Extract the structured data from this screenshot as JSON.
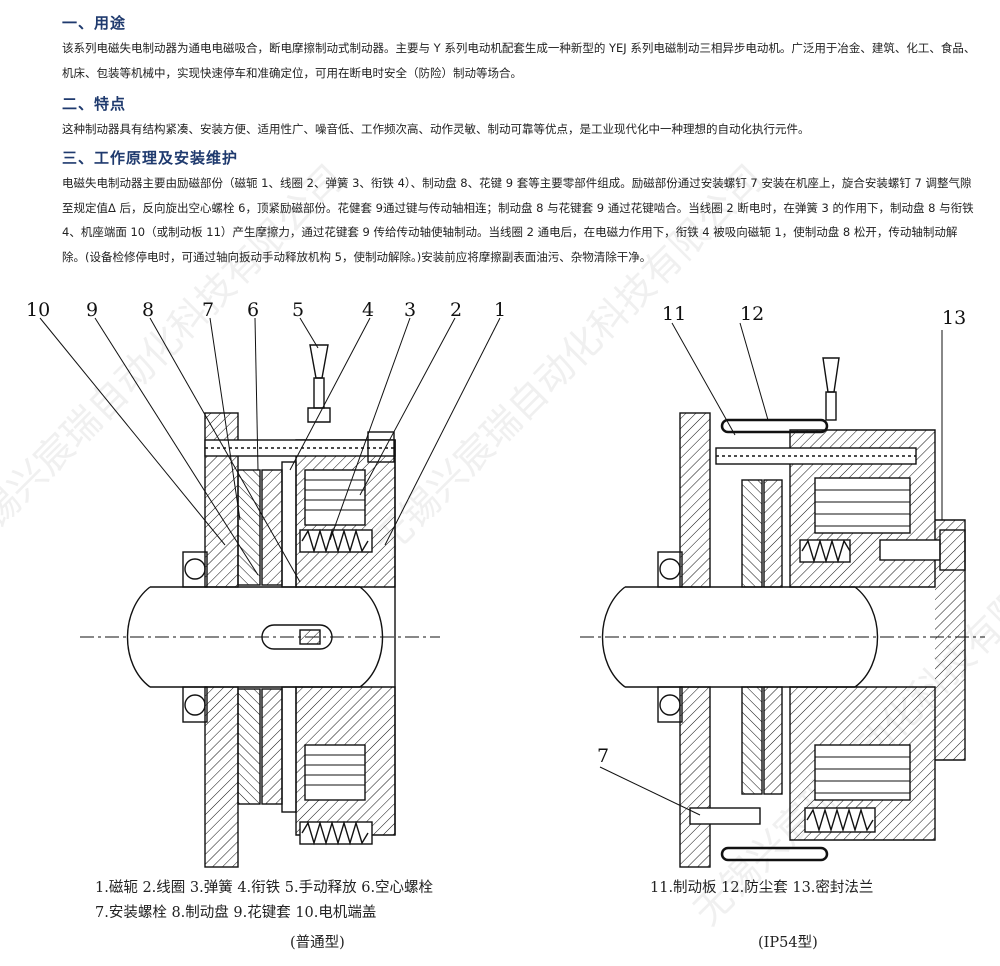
{
  "sections": [
    {
      "heading": "一、用途",
      "body": "该系列电磁失电制动器为通电电磁吸合，断电摩擦制动式制动器。主要与 Y 系列电动机配套生成一种新型的 YEJ 系列电磁制动三相异步电动机。广泛用于冶金、建筑、化工、食品、机床、包装等机械中，实现快速停车和准确定位，可用在断电时安全（防险）制动等场合。"
    },
    {
      "heading": "二、特点",
      "body": "这种制动器具有结构紧凑、安装方便、适用性广、噪音低、工作频次高、动作灵敏、制动可靠等优点，是工业现代化中一种理想的自动化执行元件。"
    },
    {
      "heading": "三、工作原理及安装维护",
      "body": "电磁失电制动器主要由励磁部份（磁轭 1、线圈 2、弹簧 3、衔铁 4）、制动盘 8、花键 9 套等主要零部件组成。励磁部份通过安装螺钉 7 安装在机座上，旋合安装螺钉 7 调整气隙至规定值Δ 后，反向旋出空心螺栓 6，顶紧励磁部份。花健套 9通过键与传动轴相连；制动盘 8 与花键套 9 通过花键啮合。当线圈 2 断电时，在弹簧 3 的作用下，制动盘 8 与衔铁 4、机座端面 10（或制动板 11）产生摩擦力，通过花键套 9 传给传动轴使轴制动。当线圈 2 通电后，在电磁力作用下，衔铁 4 被吸向磁轭 1，使制动盘 8 松开，传动轴制动解除。(设备检修停电时，可通过轴向扳动手动释放机构 5，使制动解除。)安装前应将摩擦副表面油污、杂物清除干净。"
    }
  ],
  "figure_left": {
    "callouts": [
      "10",
      "9",
      "8",
      "7",
      "6",
      "5",
      "4",
      "3",
      "2",
      "1"
    ],
    "legend_line1": "1.磁轭  2.线圈  3.弹簧  4.衔铁 5.手动释放  6.空心螺栓",
    "legend_line2": "7.安装螺栓  8.制动盘  9.花键套  10.电机端盖",
    "type_label": "(普通型)"
  },
  "figure_right": {
    "callouts": [
      "11",
      "12",
      "13",
      "7"
    ],
    "legend_line1": "11.制动板  12.防尘套  13.密封法兰",
    "type_label": "(IP54型)"
  },
  "watermark_text": "无锡兴宸瑞自动化科技有限公司",
  "colors": {
    "heading": "#1f3a6e",
    "text": "#222222",
    "line": "#111111"
  }
}
